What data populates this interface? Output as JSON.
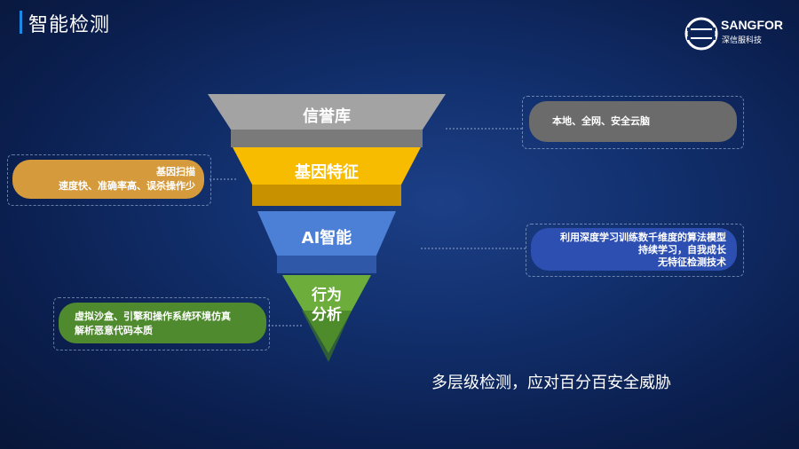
{
  "header": {
    "title": "智能检测"
  },
  "logo": {
    "name": "SANGFOR",
    "subtitle": "深信服科技"
  },
  "funnel": {
    "layers": [
      {
        "label": "信誉库",
        "color": "#9a9a9a"
      },
      {
        "label": "基因特征",
        "color": "#f5b800"
      },
      {
        "label": "AI智能",
        "color": "#4a7fd4"
      },
      {
        "label_line1": "行为",
        "label_line2": "分析",
        "color": "#6aab3a"
      }
    ]
  },
  "callouts": {
    "reputation": {
      "text": "本地、全网、安全云脑",
      "color": "#6e6e6e"
    },
    "gene": {
      "line1": "基因扫描",
      "line2": "速度快、准确率高、误杀操作少",
      "color": "#d39a3a"
    },
    "ai": {
      "line1": "利用深度学习训练数千维度的算法模型",
      "line2": "持续学习，自我成长",
      "line3": "无特征检测技术",
      "color": "#2c4fb0"
    },
    "behavior": {
      "line1": "虚拟沙盒、引擎和操作系统环境仿真",
      "line2": "解析恶意代码本质",
      "color": "#4f8b2e"
    }
  },
  "tagline": "多层级检测，应对百分百安全威胁"
}
